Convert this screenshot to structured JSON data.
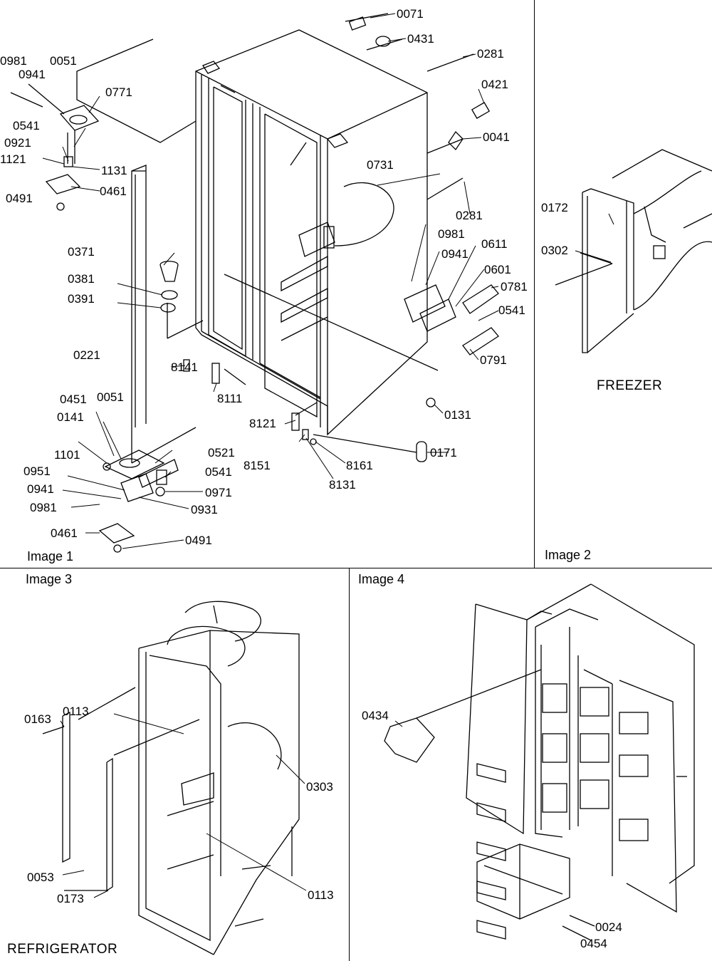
{
  "image_labels": {
    "image1": "Image 1",
    "image2": "Image 2",
    "image3": "Image 3",
    "image4": "Image 4"
  },
  "section_titles": {
    "freezer": "FREEZER",
    "refrigerator": "REFRIGERATOR"
  },
  "callouts": {
    "img1": [
      "0071",
      "0431",
      "0281",
      "0421",
      "0041",
      "0981",
      "0051",
      "0941",
      "0771",
      "0541",
      "0921",
      "1121",
      "1131",
      "0461",
      "0491",
      "0731",
      "0281",
      "0371",
      "0981",
      "0941",
      "0611",
      "0381",
      "0601",
      "0781",
      "0391",
      "0541",
      "0791",
      "0221",
      "8141",
      "0131",
      "8111",
      "0451",
      "0051",
      "0141",
      "8121",
      "0171",
      "1101",
      "0521",
      "8151",
      "8161",
      "0541",
      "0951",
      "0971",
      "8131",
      "0941",
      "0931",
      "0981",
      "0461",
      "0491"
    ],
    "img2": [
      "0172",
      "0302"
    ],
    "img3": [
      "0163",
      "0113",
      "0303",
      "0053",
      "0113",
      "0173"
    ],
    "img4": [
      "0434",
      "0024",
      "0454"
    ]
  }
}
